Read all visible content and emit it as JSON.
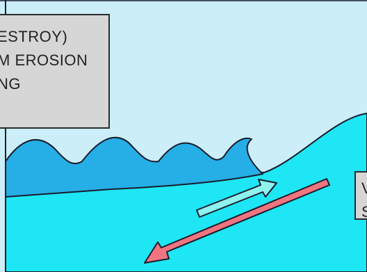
{
  "colors": {
    "sky": "#cbeef8",
    "sea": "#1ee6f4",
    "wave": "#26aee6",
    "outline": "#1b1b2b",
    "swash_arrow": "#8ef2ef",
    "backwash_arrow": "#f07580",
    "label_box": "#d6d6d6"
  },
  "left_label": {
    "lines": [
      "ESTROY)",
      "M EROSION",
      "NG"
    ]
  },
  "right_label": {
    "lines": [
      "V",
      "S"
    ]
  },
  "arrows": [
    {
      "name": "swash-arrow",
      "direction": "up-slope"
    },
    {
      "name": "backwash-arrow",
      "direction": "down-slope"
    }
  ]
}
